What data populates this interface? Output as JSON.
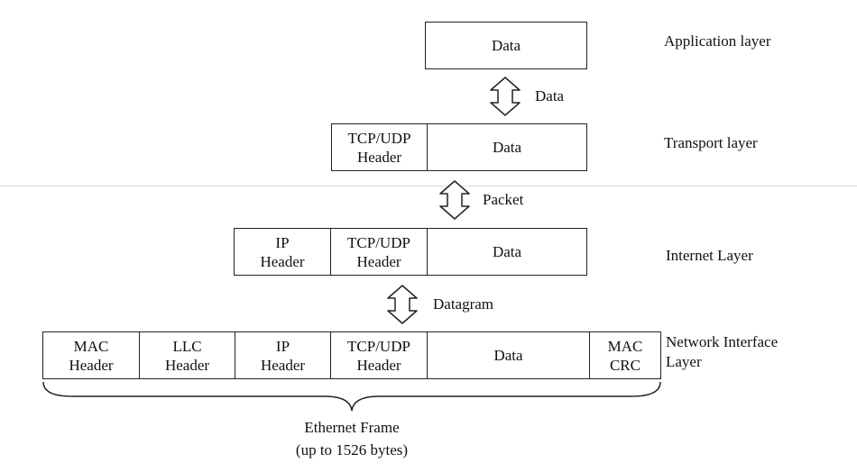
{
  "layers": {
    "application": {
      "label": "Application layer",
      "cells": [
        "Data"
      ]
    },
    "transport": {
      "label": "Transport layer",
      "cells": [
        "TCP/UDP\nHeader",
        "Data"
      ]
    },
    "internet": {
      "label": "Internet Layer",
      "cells": [
        "IP\nHeader",
        "TCP/UDP\nHeader",
        "Data"
      ]
    },
    "network_interface": {
      "label": "Network Interface\nLayer",
      "cells": [
        "MAC\nHeader",
        "LLC\nHeader",
        "IP\nHeader",
        "TCP/UDP\nHeader",
        "Data",
        "MAC\nCRC"
      ]
    }
  },
  "arrows": {
    "app_transport": "Data",
    "transport_internet": "Packet",
    "internet_network": "Datagram"
  },
  "frame": {
    "title": "Ethernet Frame",
    "size_note": "(up to 1526 bytes)"
  }
}
